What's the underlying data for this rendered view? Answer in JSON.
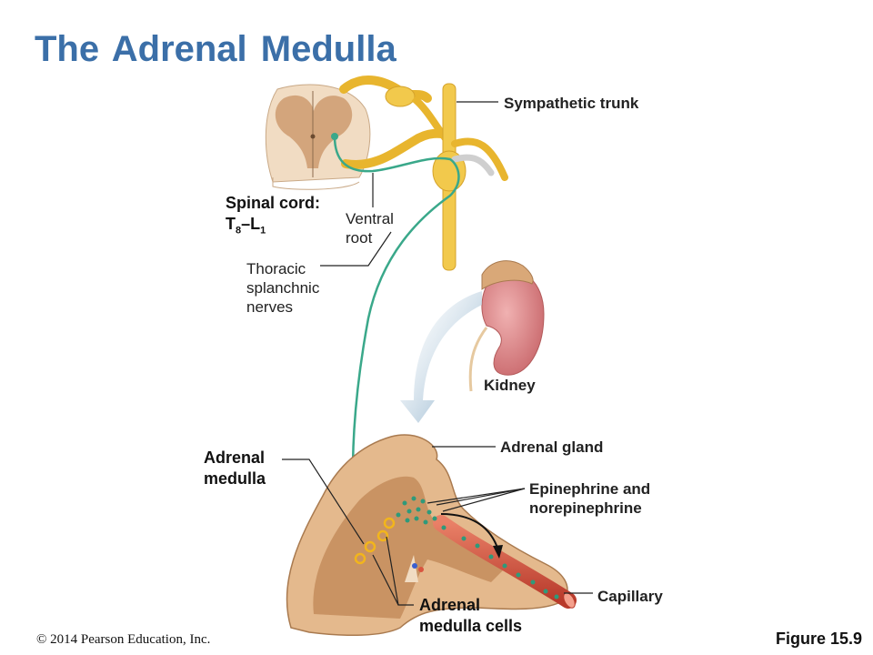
{
  "title": "The Adrenal Medulla",
  "labels": {
    "sympathetic_trunk": "Sympathetic trunk",
    "spinal_cord_line1": "Spinal cord:",
    "spinal_cord_T": "T",
    "spinal_cord_T_sub": "8",
    "spinal_cord_dash": "–L",
    "spinal_cord_L_sub": "1",
    "ventral_root_1": "Ventral",
    "ventral_root_2": "root",
    "thoracic_1": "Thoracic",
    "thoracic_2": "splanchnic",
    "thoracic_3": "nerves",
    "kidney": "Kidney",
    "adrenal_gland": "Adrenal gland",
    "adrenal_medulla_1": "Adrenal",
    "adrenal_medulla_2": "medulla",
    "epi_1": "Epinephrine and",
    "epi_2": "norepinephrine",
    "capillary": "Capillary",
    "medulla_cells_1": "Adrenal",
    "medulla_cells_2": "medulla cells"
  },
  "copyright": "© 2014 Pearson Education, Inc.",
  "figure": "Figure 15.9",
  "colors": {
    "title": "#3b6fa8",
    "nerve_yellow": "#f2c94c",
    "nerve_green": "#3aa88a",
    "adrenal_tan": "#d9a878",
    "capillary_red": "#d9553f",
    "kidney_pink": "#d98a8a",
    "arrow_blue": "#8fb3cc"
  }
}
